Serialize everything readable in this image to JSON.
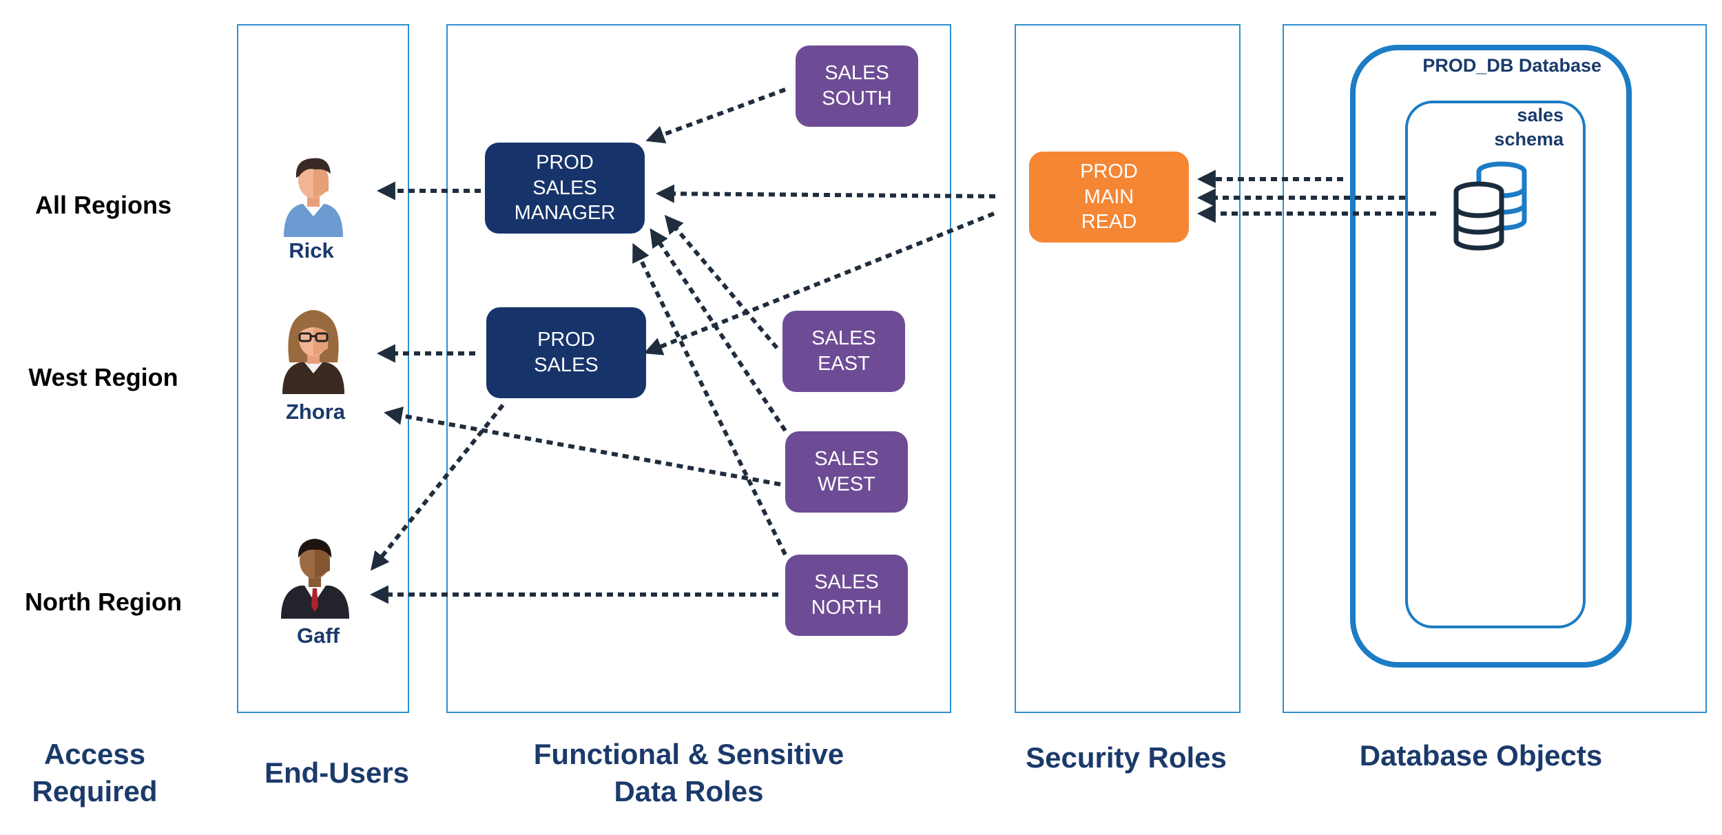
{
  "access_rows": {
    "all_regions": "All Regions",
    "west_region": "West Region",
    "north_region": "North Region"
  },
  "users": {
    "rick": "Rick",
    "zhora": "Zhora",
    "gaff": "Gaff"
  },
  "functional_roles": {
    "prod_sales_manager": [
      "PROD",
      "SALES",
      "MANAGER"
    ],
    "prod_sales": [
      "PROD",
      "SALES"
    ]
  },
  "sensitive_roles": {
    "sales_south": [
      "SALES",
      "SOUTH"
    ],
    "sales_east": [
      "SALES",
      "EAST"
    ],
    "sales_west": [
      "SALES",
      "WEST"
    ],
    "sales_north": [
      "SALES",
      "NORTH"
    ]
  },
  "security_roles": {
    "prod_main_read": [
      "PROD",
      "MAIN",
      "READ"
    ]
  },
  "database_objects": {
    "database_label": "PROD_DB Database",
    "schema_label": [
      "sales",
      "schema"
    ]
  },
  "column_labels": {
    "access_required": [
      "Access",
      "Required"
    ],
    "end_users": "End-Users",
    "functional_sensitive": [
      "Functional & Sensitive",
      "Data Roles"
    ],
    "security_roles": "Security Roles",
    "database_objects": "Database Objects"
  },
  "colors": {
    "panel_border": "#2f8fd2",
    "navy_role": "#17346a",
    "purple_role": "#6e4c95",
    "orange_role": "#f58634",
    "label_navy": "#1b3a6b",
    "db_blue": "#1c7cc5",
    "arrow": "#1f2d3d"
  },
  "icons": [
    "user-rick-icon",
    "user-zhora-icon",
    "user-gaff-icon",
    "database-stack-icon"
  ]
}
